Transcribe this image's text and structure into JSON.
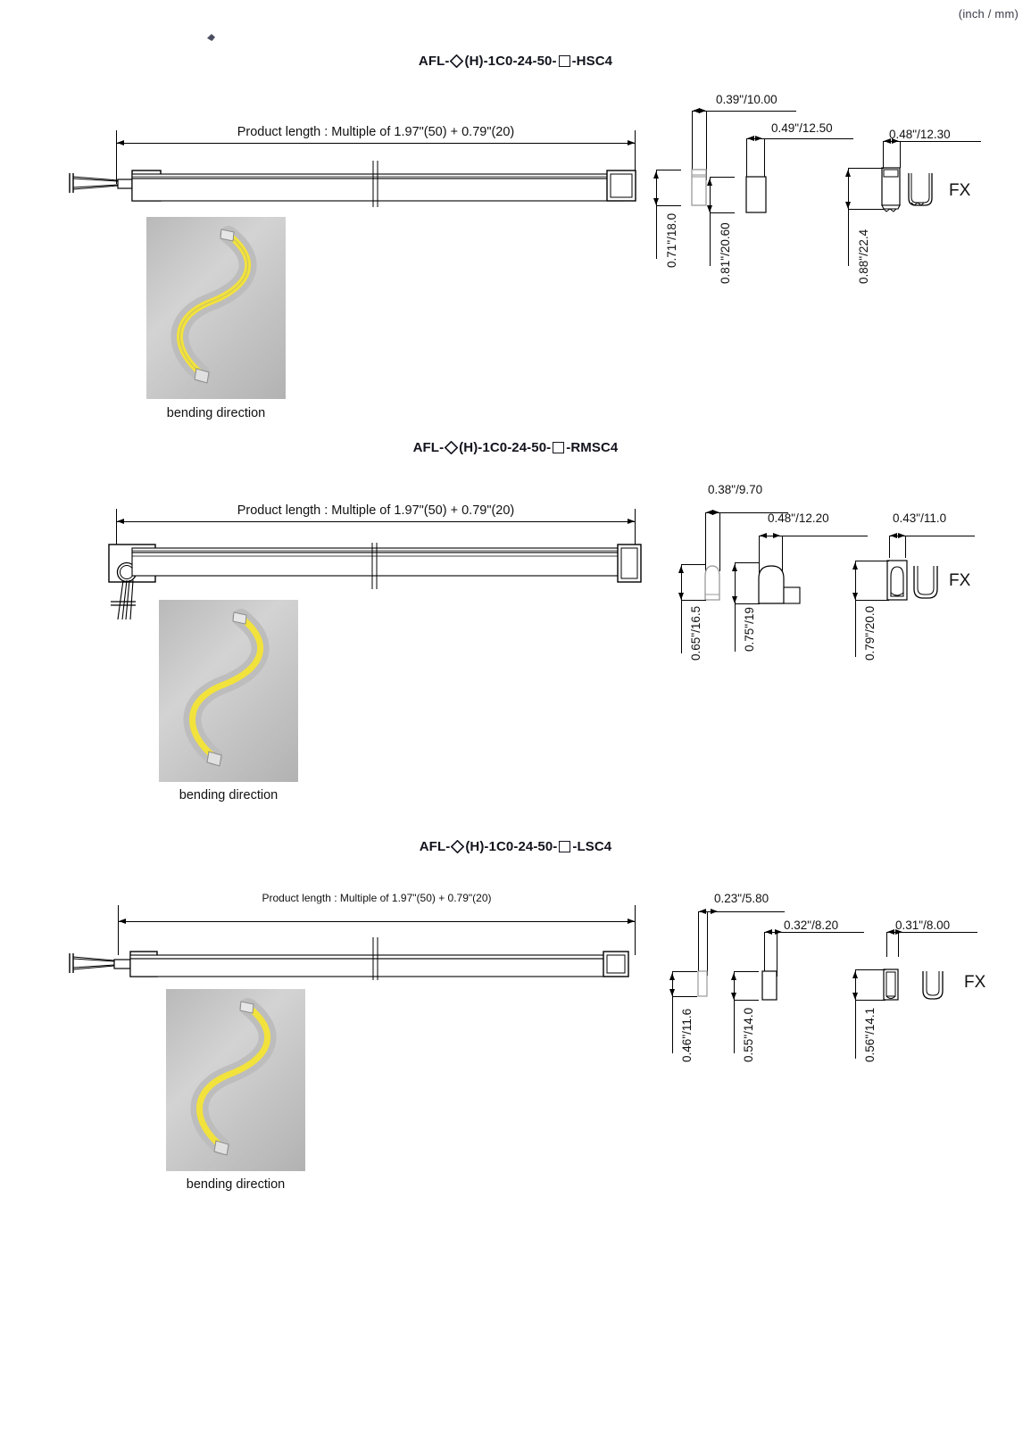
{
  "header": {
    "units": "(inch / mm)"
  },
  "sections": [
    {
      "id": "hsc4",
      "title_prefix": "AFL-",
      "title_mid": "(H)-1C0-24-50-",
      "title_suffix": "-HSC4",
      "product_length_label": "Product length : Multiple of 1.97\"(50) + 0.79\"(20)",
      "bending_caption": "bending direction",
      "fx_label": "FX",
      "dims": {
        "width_1": "0.39\"/10.00",
        "height_1": "0.71\"/18.0",
        "width_2": "0.49\"/12.50",
        "height_2": "0.81\"/20.60",
        "width_3": "0.48\"/12.30",
        "height_3": "0.88\"/22.4"
      }
    },
    {
      "id": "rmsc4",
      "title_prefix": "AFL-",
      "title_mid": "(H)-1C0-24-50-",
      "title_suffix": "-RMSC4",
      "product_length_label": "Product length : Multiple of 1.97\"(50) + 0.79\"(20)",
      "bending_caption": "bending direction",
      "fx_label": "FX",
      "dims": {
        "width_1": "0.38\"/9.70",
        "height_1": "0.65\"/16.5",
        "width_2": "0.48\"/12.20",
        "height_2": "0.75\"/19",
        "width_3": "0.43\"/11.0",
        "height_3": "0.79\"/20.0"
      }
    },
    {
      "id": "lsc4",
      "title_prefix": "AFL-",
      "title_mid": "(H)-1C0-24-50-",
      "title_suffix": "-LSC4",
      "product_length_label": "Product length : Multiple of 1.97\"(50) + 0.79\"(20)",
      "bending_caption": "bending direction",
      "fx_label": "FX",
      "dims": {
        "width_1": "0.23\"/5.80",
        "height_1": "0.46\"/11.6",
        "width_2": "0.32\"/8.20",
        "height_2": "0.55\"/14.0",
        "width_3": "0.31\"/8.00",
        "height_3": "0.56\"/14.1"
      }
    }
  ],
  "colors": {
    "line": "#000000",
    "emitter_yellow": "#f2e23c",
    "render_gray": "#c8c8c8",
    "text": "#111111"
  }
}
